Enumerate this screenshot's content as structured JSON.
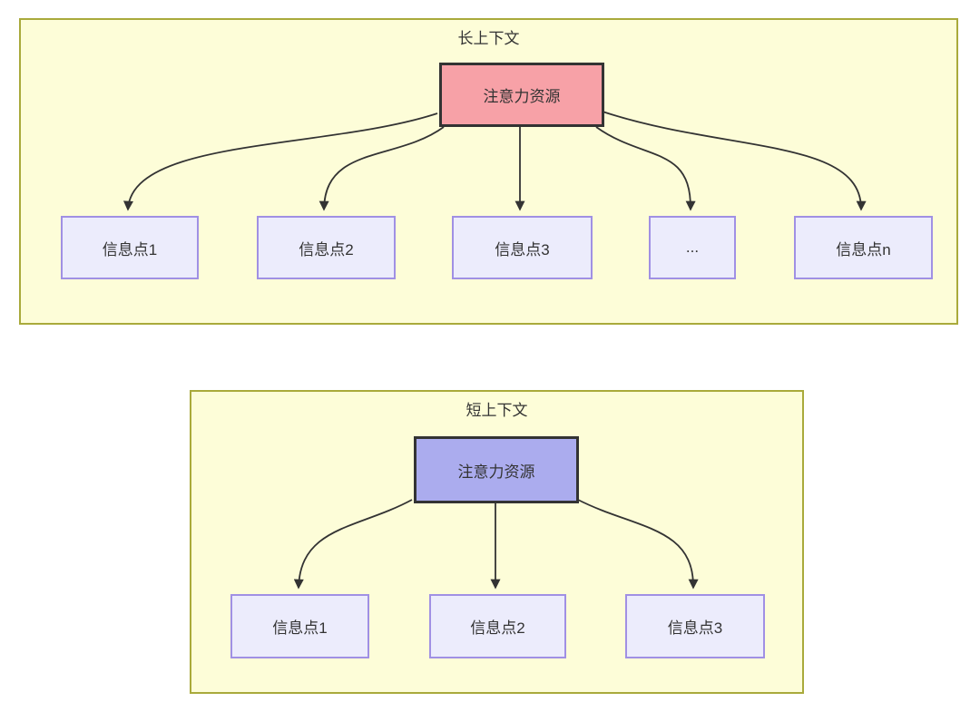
{
  "colors": {
    "panel_bg": "#fdfdd8",
    "panel_border": "#a9aa3b",
    "attention_long_bg": "#f7a1a7",
    "attention_short_bg": "#abacee",
    "attention_border": "#333333",
    "info_bg": "#ececfc",
    "info_border": "#a090e4",
    "arrow": "#333333",
    "text": "#333333"
  },
  "long_context": {
    "title": "长上下文",
    "attention": "注意力资源",
    "items": [
      "信息点1",
      "信息点2",
      "信息点3",
      "...",
      "信息点n"
    ]
  },
  "short_context": {
    "title": "短上下文",
    "attention": "注意力资源",
    "items": [
      "信息点1",
      "信息点2",
      "信息点3"
    ]
  }
}
